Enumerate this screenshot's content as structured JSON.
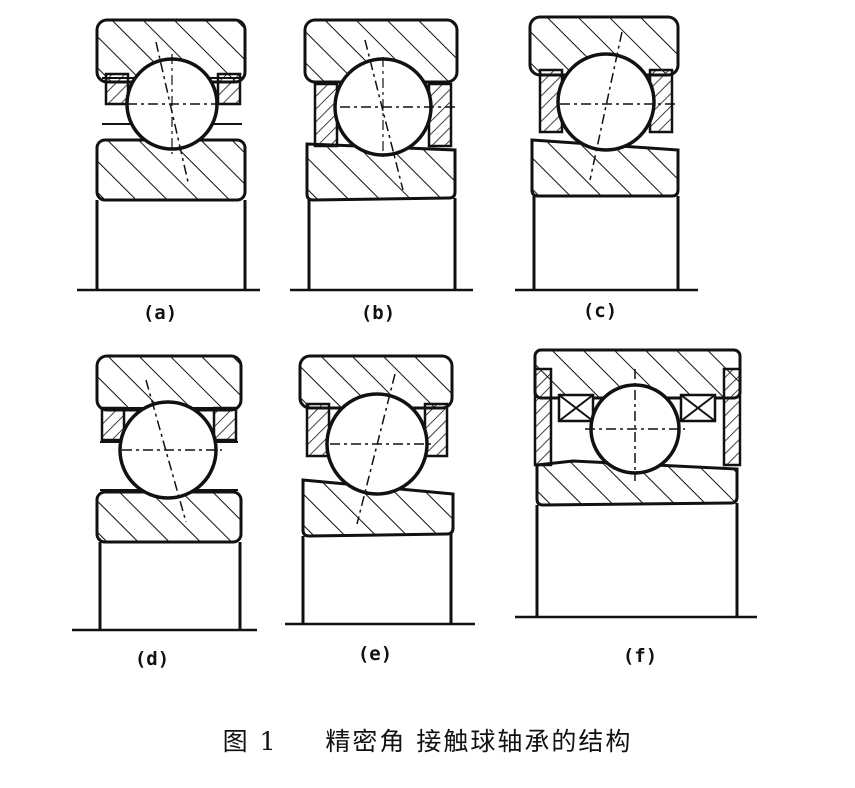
{
  "figure": {
    "caption_number": "图 1",
    "caption_text": "精密角 接触球轴承的结构"
  },
  "panels": [
    {
      "id": "a",
      "label": "(a)"
    },
    {
      "id": "b",
      "label": "(b)"
    },
    {
      "id": "c",
      "label": "(c)"
    },
    {
      "id": "d",
      "label": "(d)"
    },
    {
      "id": "e",
      "label": "(e)"
    },
    {
      "id": "f",
      "label": "(f)"
    }
  ],
  "colors": {
    "ink": "#111111",
    "paper": "#ffffff"
  }
}
